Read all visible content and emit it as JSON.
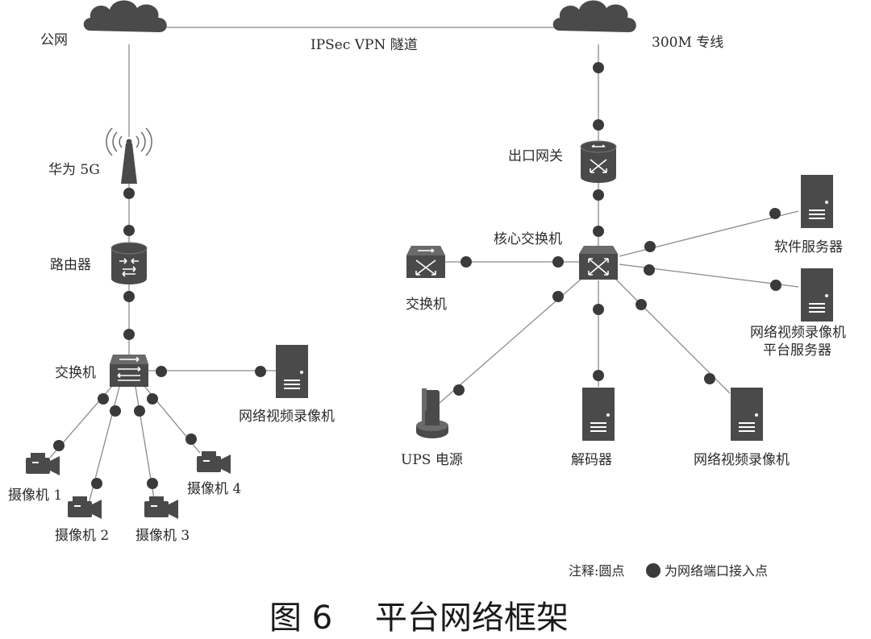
{
  "labels": {
    "public_net": "公网",
    "ipsec": "IPSec VPN 隧道",
    "dedicated_line": "300M 专线",
    "huawei_5g": "华为 5G",
    "router": "路由器",
    "switch_left": "交换机",
    "nvr_left": "网络视频录像机",
    "camera1": "摄像机 1",
    "camera2": "摄像机 2",
    "camera3": "摄像机 3",
    "camera4": "摄像机 4",
    "gateway": "出口网关",
    "core_switch": "核心交换机",
    "switch_right": "交换机",
    "software_server": "软件服务器",
    "nvr_platform_line1": "网络视频录像机",
    "nvr_platform_line2": "平台服务器",
    "ups": "UPS 电源",
    "decoder": "解码器",
    "nvr_right": "网络视频录像机"
  },
  "note": {
    "prefix": "注释:圆点",
    "suffix": "为网络端口接入点"
  },
  "caption": {
    "figure_no": "图 6",
    "title": "平台网络框架"
  },
  "colors": {
    "device": "#4a4a4a",
    "dot": "#3a3a3a",
    "line": "#8a8a8a"
  }
}
